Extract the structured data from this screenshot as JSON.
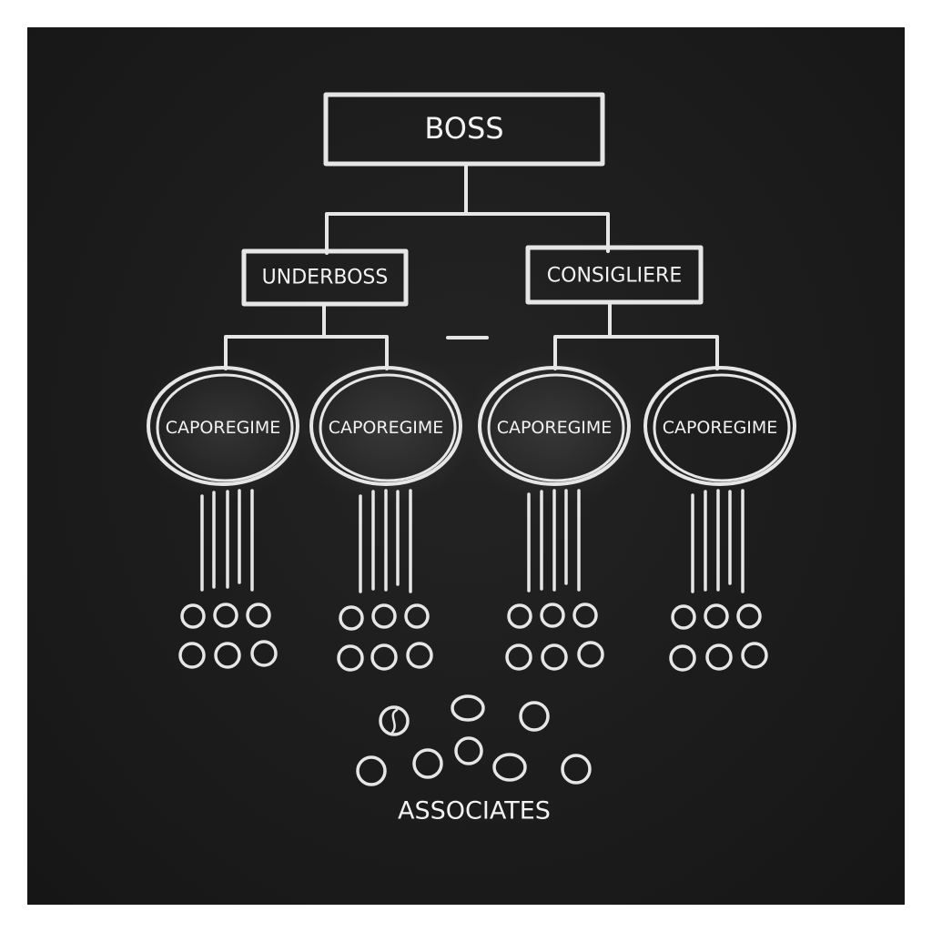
{
  "diagram": {
    "title_node": {
      "id": "boss",
      "label": "BOSS"
    },
    "second_tier": [
      {
        "id": "underboss",
        "label": "UNDERBOSS"
      },
      {
        "id": "consigliere",
        "label": "CONSIGLIERE"
      }
    ],
    "third_tier": [
      {
        "id": "capo-1",
        "label": "CAPOREGIME",
        "parent": "underboss",
        "soldiers": 6
      },
      {
        "id": "capo-2",
        "label": "CAPOREGIME",
        "parent": "underboss",
        "soldiers": 6
      },
      {
        "id": "capo-3",
        "label": "CAPOREGIME",
        "parent": "consigliere",
        "soldiers": 6
      },
      {
        "id": "capo-4",
        "label": "CAPOREGIME",
        "parent": "consigliere",
        "soldiers": 6
      }
    ],
    "associates": {
      "label": "ASSOCIATES",
      "count": 8
    },
    "colors": {
      "board": "#1c1c1c",
      "chalk": "#e6e6e6",
      "frame": "#ffffff"
    }
  }
}
